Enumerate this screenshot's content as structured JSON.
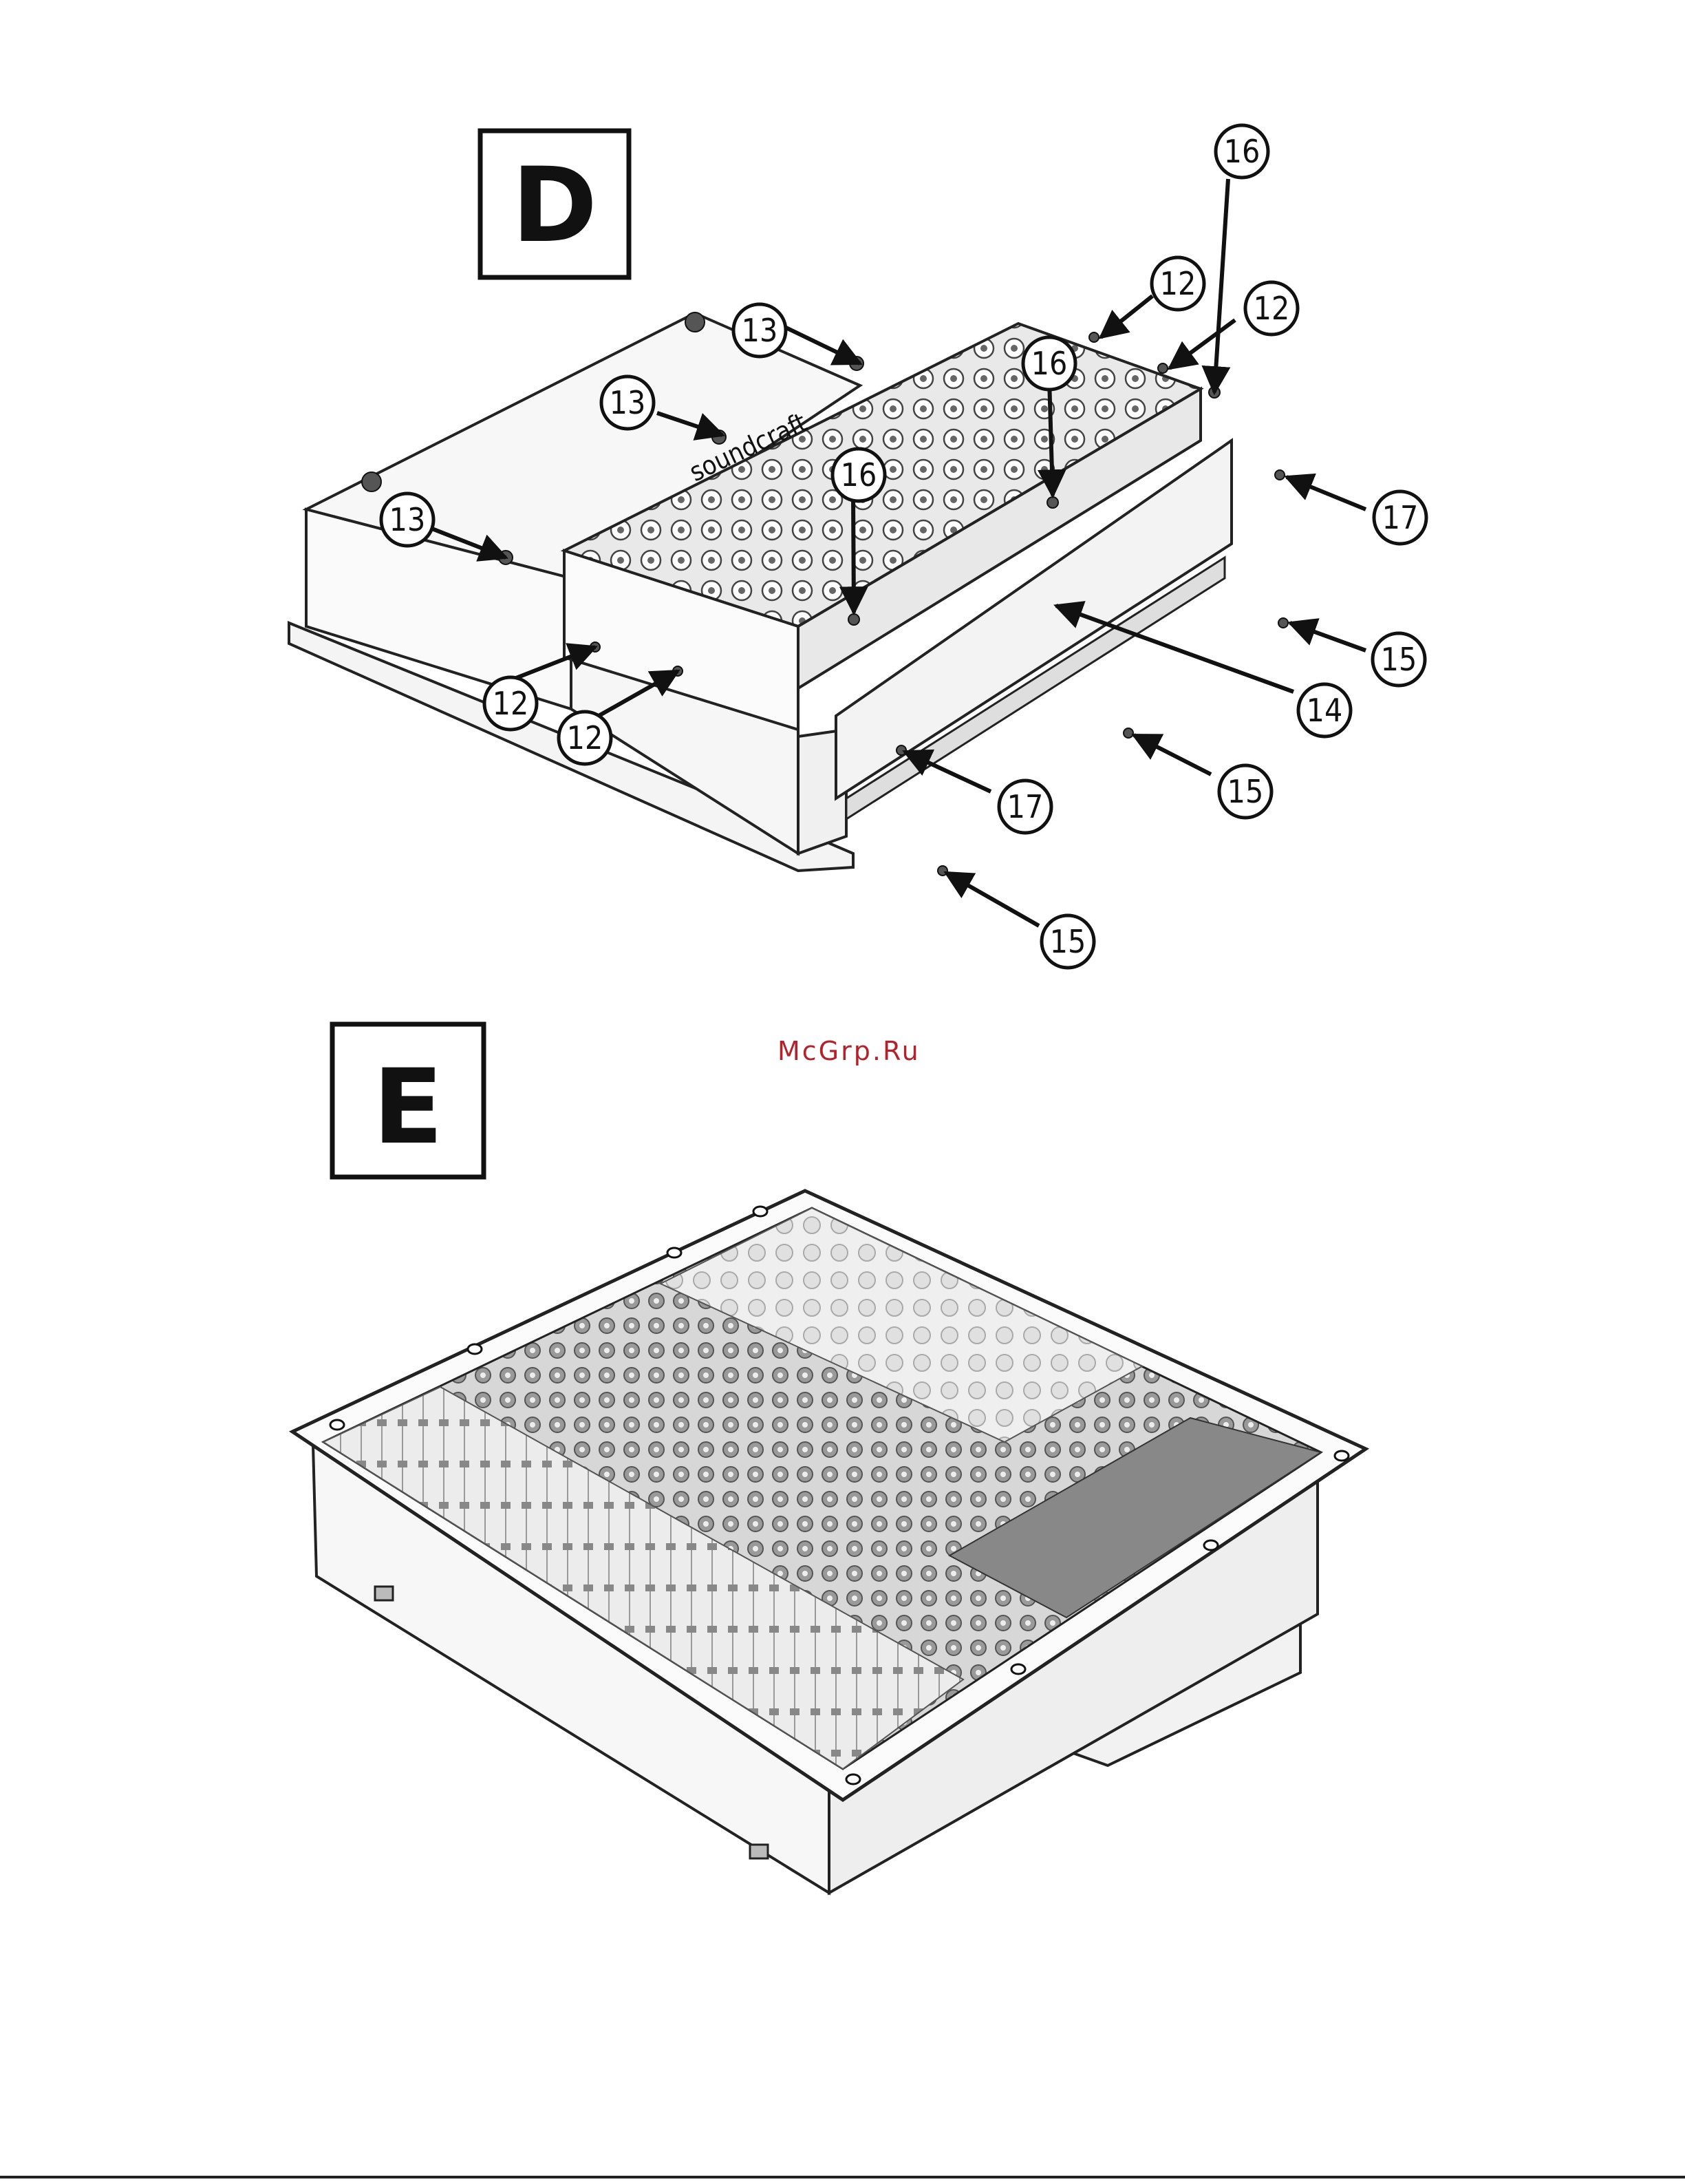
{
  "panels": [
    {
      "id": "D",
      "label": "D",
      "callouts": [
        "16",
        "12",
        "12",
        "13",
        "16",
        "13",
        "16",
        "17",
        "13",
        "15",
        "14",
        "12",
        "12",
        "17",
        "15",
        "15"
      ]
    },
    {
      "id": "E",
      "label": "E"
    }
  ],
  "brand_text": "soundcraft",
  "watermark": "McGrp.Ru"
}
